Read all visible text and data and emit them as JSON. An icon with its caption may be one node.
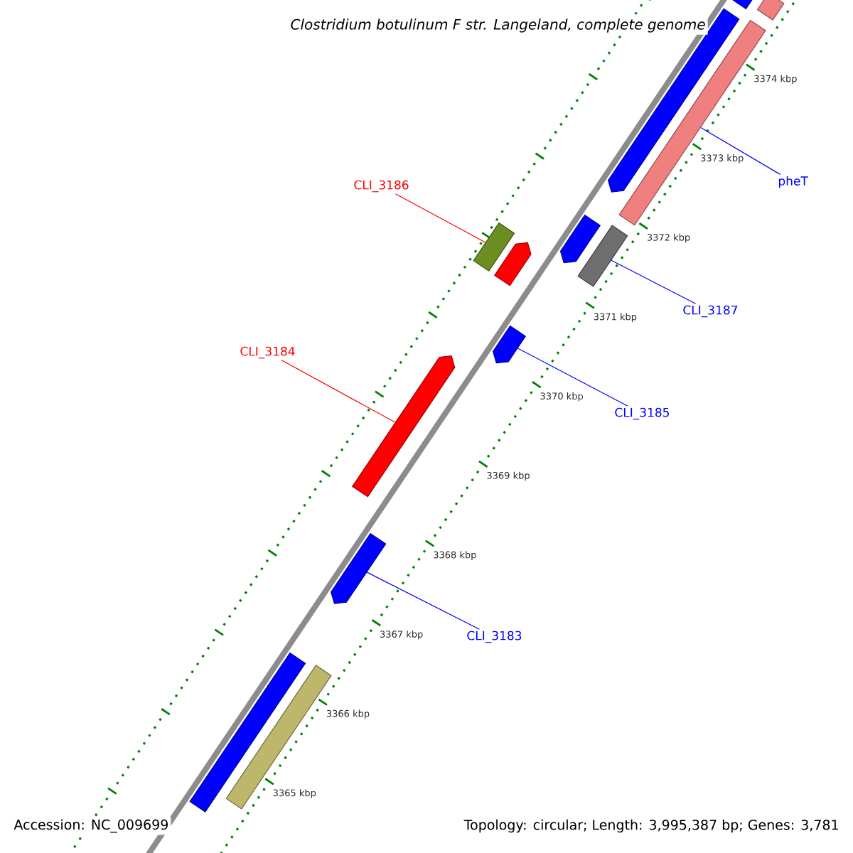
{
  "diagram": {
    "title": "Clostridium botulinum F str. Langeland, complete genome",
    "nodes": [
      {
        "text": [
          "pheT"
        ]
      },
      {
        "text": [
          "CLI_3186"
        ]
      },
      {
        "text": [
          "CLI_3187"
        ]
      },
      {
        "text": [
          "CLI_3184"
        ]
      },
      {
        "text": [
          "CLI_3185"
        ]
      },
      {
        "text": [
          "CLI_3183"
        ]
      },
      {
        "text": [],
        "shape": "bar"
      },
      {
        "text": [],
        "shape": "bar"
      },
      {
        "text": [],
        "shape": "arrow"
      },
      {
        "text": [],
        "shape": "bar"
      },
      {
        "text": [],
        "shape": "arrow"
      },
      {
        "text": [],
        "shape": "bar"
      },
      {
        "text": [],
        "shape": "bar"
      },
      {
        "text": [],
        "shape": "arrow"
      },
      {
        "text": [],
        "shape": "arrow"
      },
      {
        "text": [],
        "shape": "arrow"
      },
      {
        "text": [],
        "shape": "arrow"
      },
      {
        "text": [],
        "shape": "bar"
      },
      {
        "text": [],
        "shape": "bar"
      }
    ],
    "edges": [
      {
        "from": 0,
        "to": 9,
        "arrow": "none"
      },
      {
        "from": 1,
        "to": 12,
        "arrow": "none",
        "color": "#ff0000"
      },
      {
        "from": 2,
        "to": 11,
        "arrow": "none"
      },
      {
        "from": 3,
        "to": 15,
        "arrow": "none",
        "color": "#ff0000"
      },
      {
        "from": 4,
        "to": 14,
        "arrow": "none"
      },
      {
        "from": 5,
        "to": 16,
        "arrow": "none"
      }
    ],
    "labels": [
      "3374 kbp",
      "3373 kbp",
      "3372 kbp",
      "3371 kbp",
      "3370 kbp",
      "3369 kbp",
      "3368 kbp",
      "3367 kbp",
      "3366 kbp",
      "3365 kbp",
      "Accession: NC_009699",
      "Topology: circular; Length: 3,995,387 bp; Genes: 3,781"
    ]
  }
}
